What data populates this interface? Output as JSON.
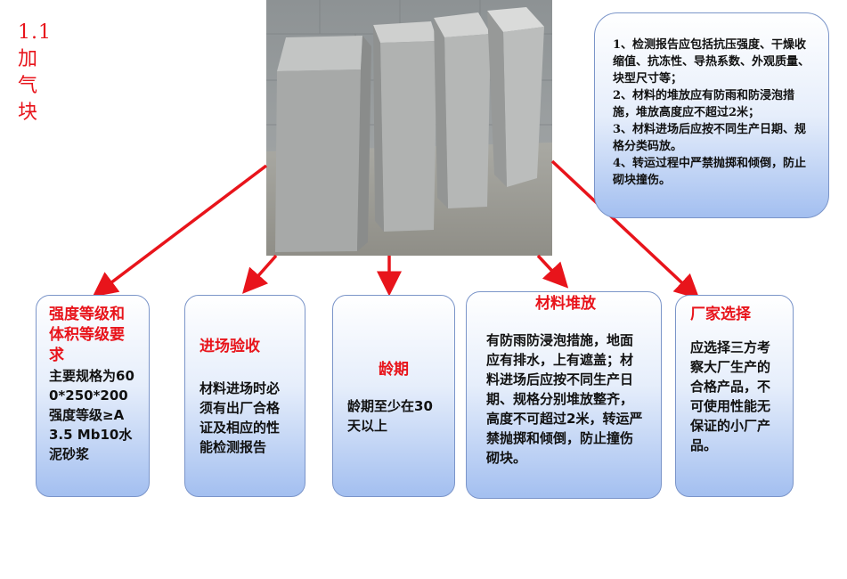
{
  "section": {
    "number": "1.1",
    "chars": [
      "加",
      "气",
      "块"
    ]
  },
  "notes": [
    "1、检测报告应包括抗压强度、干燥收缩值、抗冻性、导热系数、外观质量、块型尺寸等；",
    "2、材料的堆放应有防雨和防浸泡措施，堆放高度应不超过2米；",
    "3、材料进场后应按不同生产日期、规格分类码放。",
    "4、转运过程中严禁抛掷和倾倒，防止砌块撞伤。"
  ],
  "boxes": {
    "strength": {
      "head": "强度等级和体积等级要求",
      "body": "主要规格为600*250*200强度等级≥A3.5 Mb10水泥砂浆"
    },
    "inspection": {
      "head": "进场验收",
      "body": "材料进场时必须有出厂合格证及相应的性能检测报告"
    },
    "age": {
      "head": "龄期",
      "body": "龄期至少在30天以上"
    },
    "stacking": {
      "head": "材料堆放",
      "body": "有防雨防浸泡措施，地面应有排水，上有遮盖；材料进场后应按不同生产日期、规格分别堆放整齐，高度不可超过2米，转运严禁抛掷和倾倒，防止撞伤砌块。"
    },
    "vendor": {
      "head": "厂家选择",
      "body": "应选择三方考察大厂生产的合格产品，不可使用性能无保证的小厂产品。"
    }
  },
  "colors": {
    "accent": "#e8141b",
    "box_border": "#7b95c9",
    "box_fill_bottom": "#a3bff0",
    "arrow": "#e8141b"
  }
}
